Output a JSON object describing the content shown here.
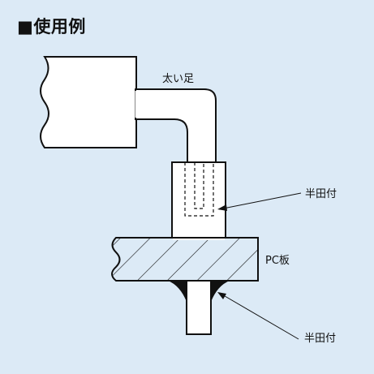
{
  "heading": "■使用例",
  "labels": {
    "thick_leg": "太い足",
    "solder_upper": "半田付",
    "pc_board": "PC板",
    "solder_lower": "半田付"
  },
  "colors": {
    "background": "#dceaf6",
    "fill": "#ffffff",
    "stroke": "#111111",
    "solder": "#111111"
  }
}
